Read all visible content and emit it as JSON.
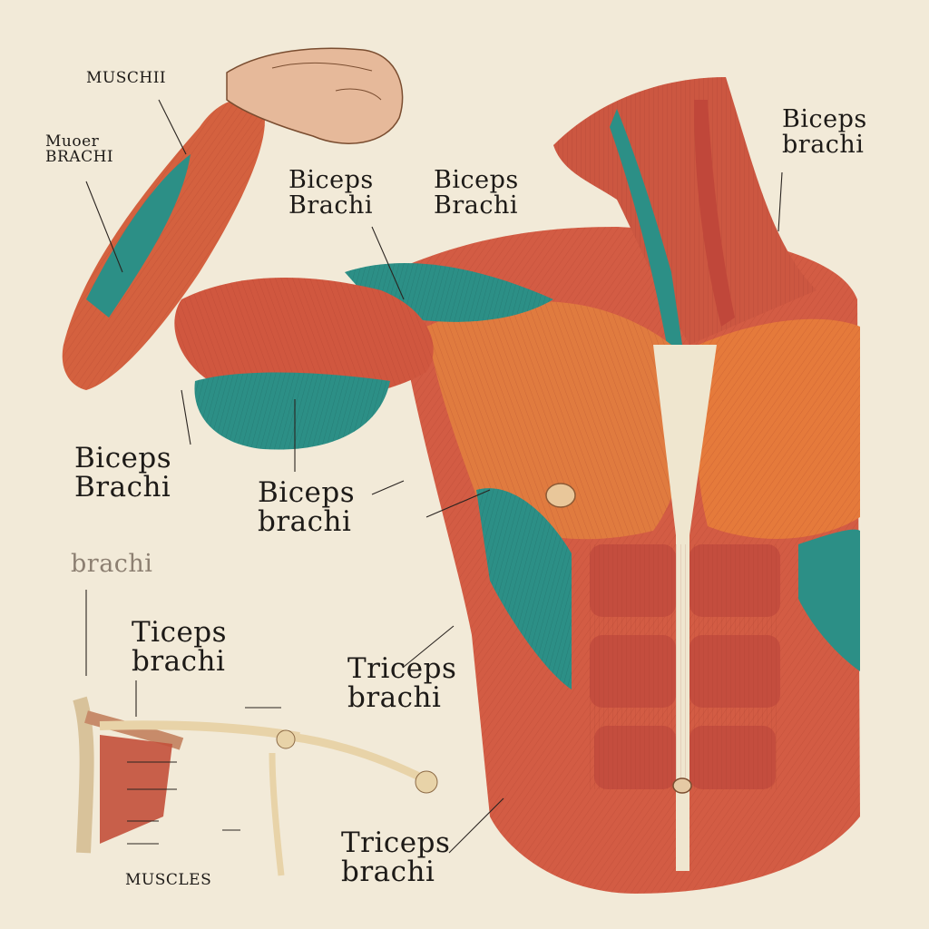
{
  "labels": {
    "top_left_small": "MUSCHII",
    "left_small_line1": "Muoer",
    "left_small_line2": "BRACHI",
    "center_upper_1_line1": "Biceps",
    "center_upper_1_line2": "Brachi",
    "center_upper_2_line1": "Biceps",
    "center_upper_2_line2": "Brachi",
    "top_right_line1": "Biceps",
    "top_right_line2": "brachi",
    "left_mid_line1": "Biceps",
    "left_mid_line2": "Brachi",
    "center_mid_line1": "Biceps",
    "center_mid_line2": "brachi",
    "left_faded": "brachi",
    "left_lower_line1": "Ticeps",
    "left_lower_line2": "brachi",
    "center_lower_line1": "Triceps",
    "center_lower_line2": "brachi",
    "bottom_center_line1": "Triceps",
    "bottom_center_line2": "brachi",
    "bottom_left": "MUSCLES"
  },
  "colors": {
    "background": "#f2ead8",
    "muscle_red": "#cf5a45",
    "muscle_orange": "#e07b3f",
    "muscle_teal": "#2c8f86",
    "tendon": "#efe6cf",
    "bone": "#e8d3a8"
  }
}
